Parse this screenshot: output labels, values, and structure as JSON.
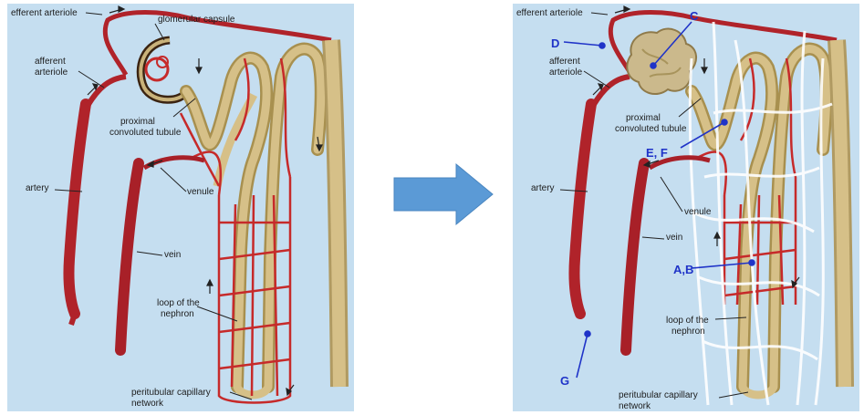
{
  "colors": {
    "background": "#c5def0",
    "vessel": "#b0232a",
    "capillary": "#c62a2a",
    "tubule": "#c9b27a",
    "tubule_dark": "#a8904f",
    "arrow": "#5b9ad6",
    "marker": "#1f33c8",
    "lymph": "#ffffff"
  },
  "left_panel": {
    "labels": {
      "efferent_arteriole": "efferent arteriole",
      "glomerular_capsule": "glomerular capsule",
      "afferent_arteriole_1": "afferent",
      "afferent_arteriole_2": "arteriole",
      "proximal_1": "proximal",
      "proximal_2": "convoluted tubule",
      "artery": "artery",
      "venule": "venule",
      "vein": "vein",
      "loop_1": "loop of the",
      "loop_2": "nephron",
      "peritubular_1": "peritubular capillary",
      "peritubular_2": "network"
    }
  },
  "right_panel": {
    "labels": {
      "efferent_arteriole": "efferent arteriole",
      "afferent_arteriole_1": "afferent",
      "afferent_arteriole_2": "arteriole",
      "proximal_1": "proximal",
      "proximal_2": "convoluted tubule",
      "artery": "artery",
      "venule": "venule",
      "vein": "vein",
      "loop_1": "loop of the",
      "loop_2": "nephron",
      "peritubular_1": "peritubular capillary",
      "peritubular_2": "network"
    },
    "markers": {
      "c": "C",
      "d": "D",
      "ef": "E, F",
      "ab": "A,B",
      "g": "G"
    }
  },
  "transition_arrow": "right-arrow-icon"
}
